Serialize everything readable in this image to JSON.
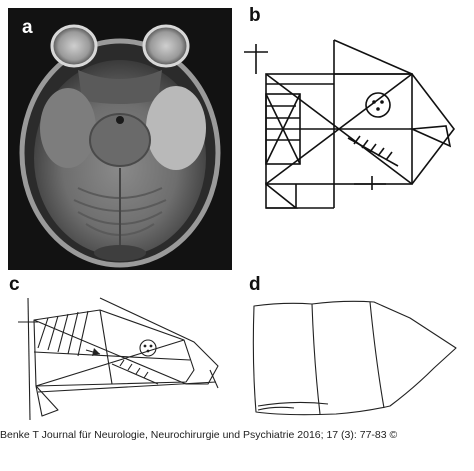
{
  "figure": {
    "panels": [
      {
        "label": "a",
        "content": "axial brain MRI image"
      },
      {
        "label": "b",
        "content": "Rey-Osterrieth complex figure (template)"
      },
      {
        "label": "c",
        "content": "patient copy of complex figure"
      },
      {
        "label": "d",
        "content": "patient recall drawing"
      }
    ],
    "caption": "Benke T Journal für Neurologie, Neurochirurgie und Psychiatrie 2016; 17 (3): 77-83 ©"
  }
}
